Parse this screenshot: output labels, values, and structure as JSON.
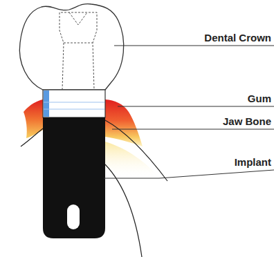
{
  "diagram": {
    "labels": [
      "Dental Crown",
      "Gum",
      "Jaw Bone",
      "Implant"
    ]
  }
}
